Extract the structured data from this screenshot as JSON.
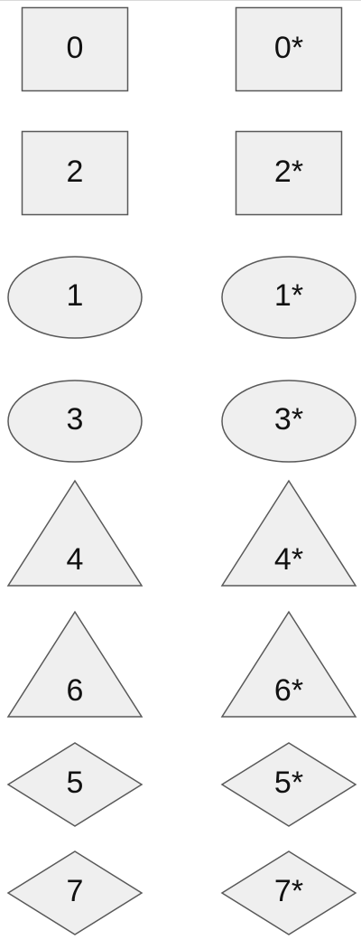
{
  "colors": {
    "fill": "#efefef",
    "stroke": "#595959",
    "text": "#111111"
  },
  "shapes": {
    "n0": "0",
    "n0s": "0*",
    "n2": "2",
    "n2s": "2*",
    "n1": "1",
    "n1s": "1*",
    "n3": "3",
    "n3s": "3*",
    "n4": "4",
    "n4s": "4*",
    "n6": "6",
    "n6s": "6*",
    "n5": "5",
    "n5s": "5*",
    "n7": "7",
    "n7s": "7*"
  }
}
